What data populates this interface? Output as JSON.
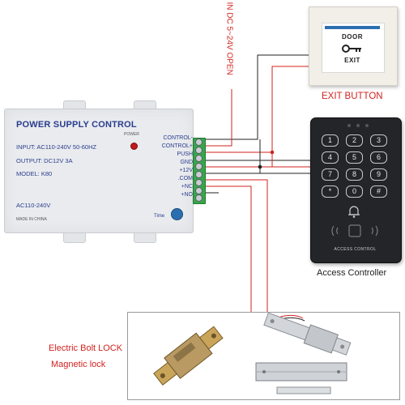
{
  "psu": {
    "title": "POWER SUPPLY CONTROL",
    "input_spec": "INPUT: AC110-240V  50-60HZ",
    "output_spec": "OUTPUT: DC12V  3A",
    "model": "MODEL: K80",
    "ac_label": "AC110-240V",
    "made_in": "MADE IN CHINA",
    "power_led_label": "POWER",
    "time_label": "Time",
    "terminals": [
      "CONTROL-",
      "CONTROL+",
      "PUSH",
      "GND",
      "+12V",
      ".COM",
      "+NC",
      "+NO"
    ]
  },
  "input_label": "IN DC 5~24V  OPEN",
  "exit_button": {
    "door_text": "DOOR",
    "exit_text": "EXIT",
    "caption": "EXIT BUTTON"
  },
  "keypad": {
    "keys": [
      "1",
      "2",
      "3",
      "4",
      "5",
      "6",
      "7",
      "8",
      "9",
      "*",
      "0",
      "#"
    ],
    "caption": "ACCESS CONTROL",
    "label": "Access Controller"
  },
  "locks": {
    "bolt_label": "Electric Bolt LOCK",
    "magnetic_label": "Magnetic lock"
  },
  "colors": {
    "wire_black": "#222222",
    "wire_red": "#d2221e",
    "terminal_green": "#37a64b",
    "psu_text": "#2a3d8f"
  }
}
